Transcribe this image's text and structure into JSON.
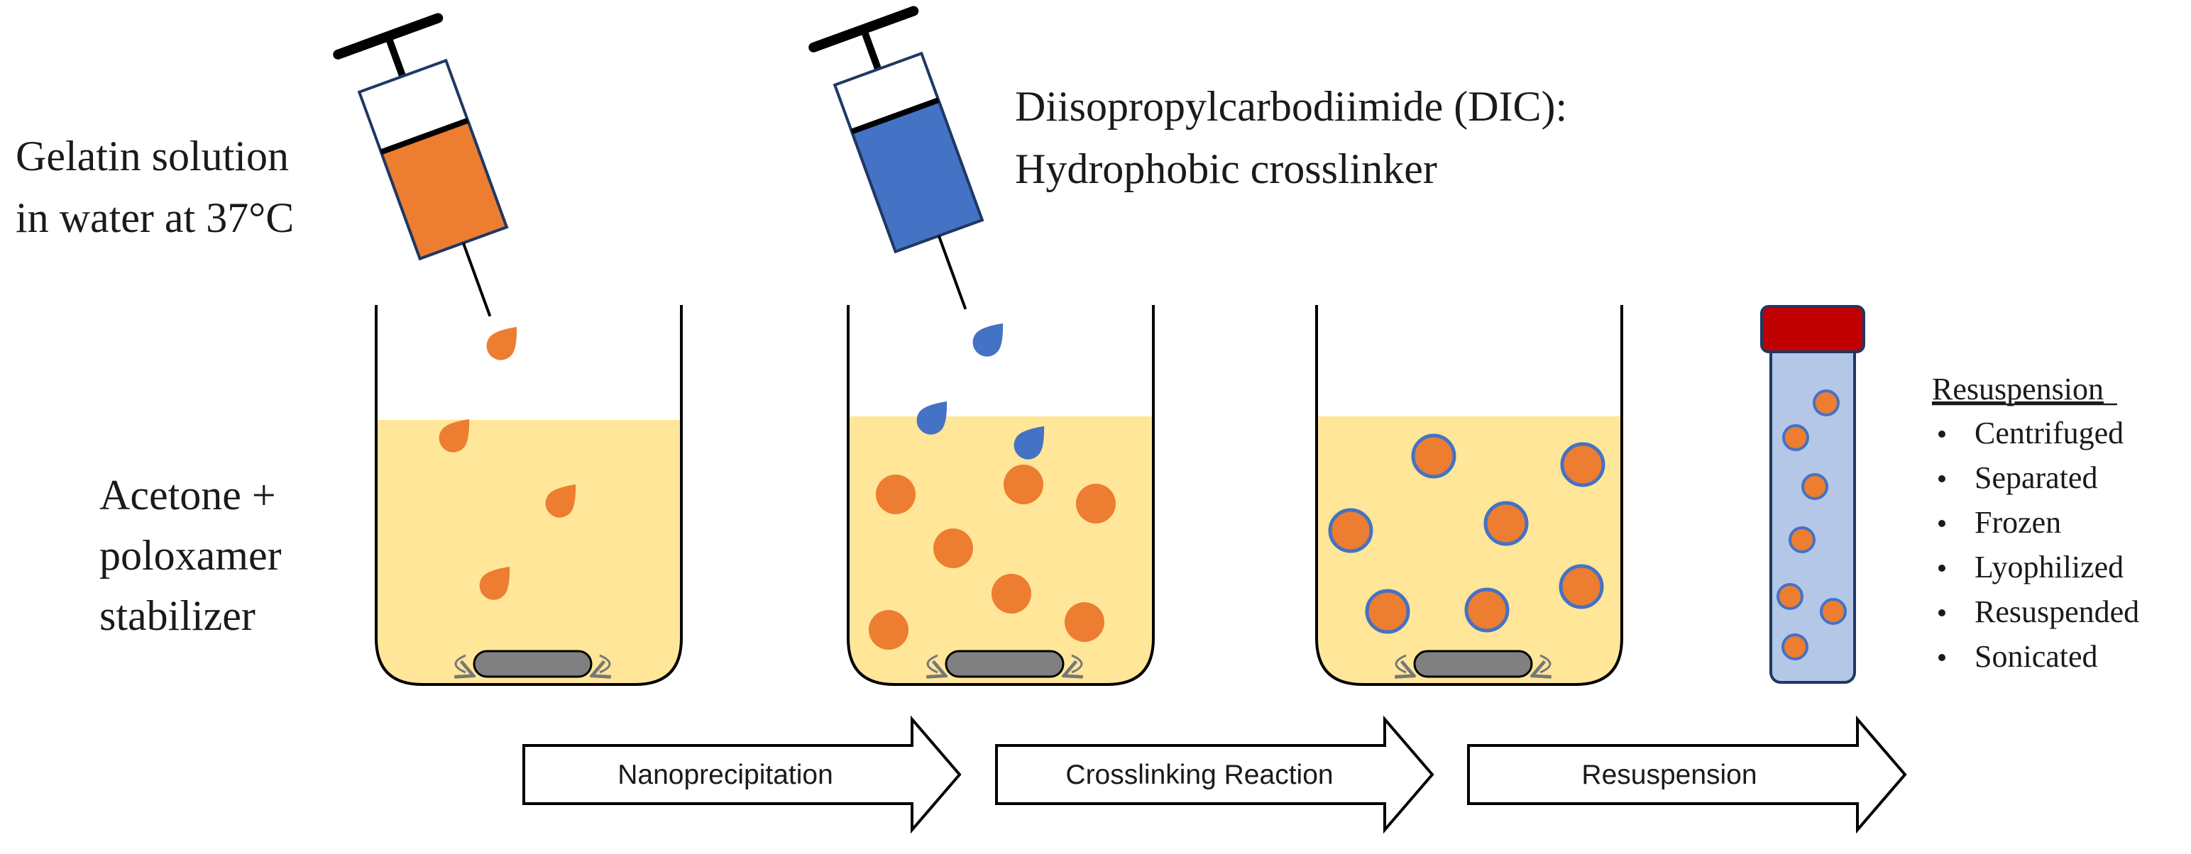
{
  "labels": {
    "gelatin_line1": "Gelatin solution",
    "gelatin_line2": "in water at 37°C",
    "dic_line1": "Diisopropylcarbodiimide (DIC):",
    "dic_line2": "Hydrophobic crosslinker",
    "acetone_line1": "Acetone +",
    "acetone_line2": "poloxamer",
    "acetone_line3": "stabilizer"
  },
  "steps": [
    {
      "label": "Nanoprecipitation"
    },
    {
      "label": "Crosslinking Reaction"
    },
    {
      "label": "Resuspension"
    }
  ],
  "resuspension_list": {
    "heading": "Resuspension",
    "items": [
      "Centrifuged",
      "Separated",
      "Frozen",
      "Lyophilized",
      "Resuspended",
      "Sonicated"
    ]
  },
  "colors": {
    "gelatin_orange": "#ED7D31",
    "crosslinker_blue": "#4472C4",
    "solution_yellow": "#FFE699",
    "cap_red": "#C00000",
    "tube_blue": "#B4C7E7",
    "stir_bar_gray": "#808080"
  }
}
